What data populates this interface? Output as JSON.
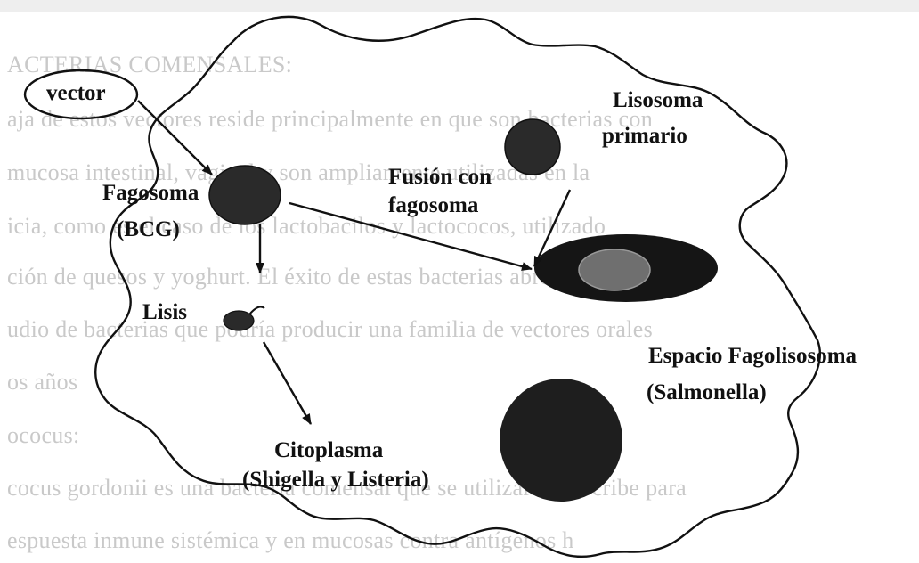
{
  "background_text": [
    "ACTERIAS COMENSALES:",
    "aja de estos vectores reside principalmente en que son bacterias con",
    "mucosa intestinal, vaginal y son ampliamente utilizadas en la",
    "icia, como es el caso de los lactobacilos y lactococos, utilizado",
    "ción de quesos y yoghurt. El éxito de estas bacterias abre una nueva",
    "udio de bacterias que podría producir una familia de vectores orales",
    "os años",
    "ococus:",
    "cocus gordonii es una bacteria comensal que se utilizaría, describe para",
    "espuesta inmune sistémica y en mucosas contra antígenos h"
  ],
  "labels": {
    "vector": "vector",
    "fagosoma_1": "Fagosoma",
    "fagosoma_2": "(BCG)",
    "lisis": "Lisis",
    "citoplasma_1": "Citoplasma",
    "citoplasma_2": "(Shigella y Listeria)",
    "lisosoma_1": "Lisosoma",
    "lisosoma_2": "primario",
    "fusion_1": "Fusión con",
    "fusion_2": "fagosoma",
    "espacio_1": "Espacio Fagolisosoma",
    "espacio_2": "(Salmonella)"
  },
  "colors": {
    "ink": "#111111",
    "organelle": "#2a2a2a",
    "inner_grey": "#6f6f6f",
    "background_text": "#c9c9c9"
  }
}
